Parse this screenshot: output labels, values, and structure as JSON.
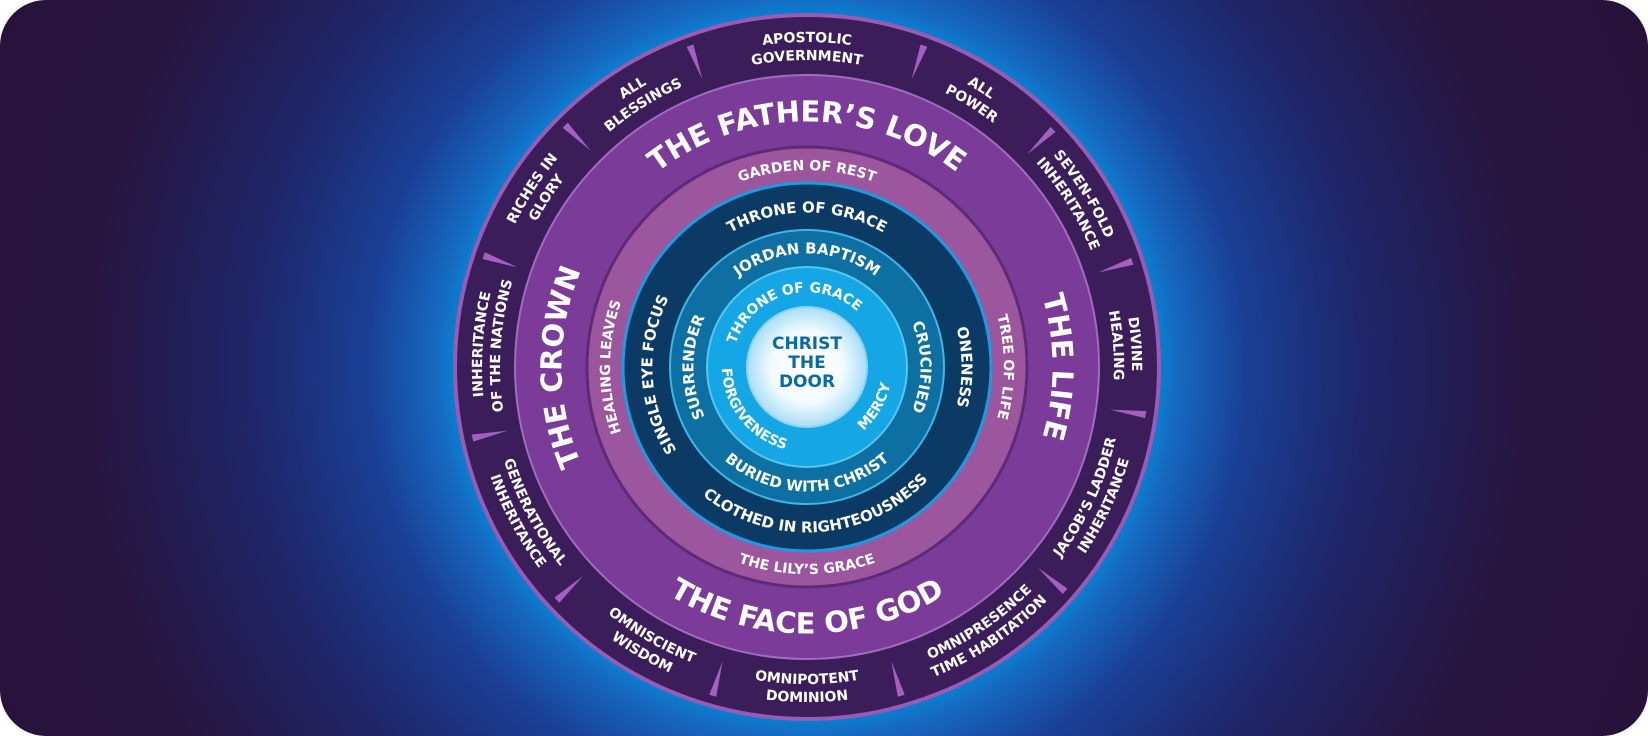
{
  "center": {
    "line1": "CHRIST",
    "line2": "THE",
    "line3": "DOOR"
  },
  "inner_ring": {
    "top": "THRONE OF GRACE",
    "left": "FORGIVENESS",
    "right": "MERCY"
  },
  "second_ring": {
    "top": "JORDAN BAPTISM",
    "left": "SURRENDER",
    "right": "CRUCIFIED",
    "bottom": "BURIED WITH CHRIST"
  },
  "third_ring": {
    "top": "THRONE OF GRACE",
    "left": "SINGLE EYE FOCUS",
    "right": "ONENESS",
    "bottom": "CLOTHED IN RIGHTEOUSNESS"
  },
  "fourth_ring": {
    "top": "GARDEN OF REST",
    "left": "HEALING LEAVES",
    "right": "TREE OF LIFE",
    "bottom": "THE LILY’S GRACE"
  },
  "main_ring": {
    "top": "THE FATHER’S LOVE",
    "left": "THE CROWN",
    "right": "THE LIFE",
    "bottom": "THE FACE OF GOD"
  },
  "outer_ring": [
    {
      "line1": "APOSTOLIC",
      "line2": "GOVERNMENT"
    },
    {
      "line1": "ALL",
      "line2": "POWER"
    },
    {
      "line1": "SEVEN-FOLD",
      "line2": "INHERITANCE"
    },
    {
      "line1": "DIVINE",
      "line2": "HEALING"
    },
    {
      "line1": "JACOB’S LADDER",
      "line2": "INHERITANCE"
    },
    {
      "line1": "OMNIPRESENCE",
      "line2": "TIME HABITATION"
    },
    {
      "line1": "OMNIPOTENT",
      "line2": "DOMINION"
    },
    {
      "line1": "OMNISCIENT",
      "line2": "WISDOM"
    },
    {
      "line1": "GENERATIONAL",
      "line2": "INHERITANCE"
    },
    {
      "line1": "INHERITANCE",
      "line2": "OF THE NATIONS"
    },
    {
      "line1": "RICHES IN",
      "line2": "GLORY"
    },
    {
      "line1": "ALL",
      "line2": "BLESSINGS"
    }
  ],
  "colors": {
    "background": "#28123a",
    "glow": "#0a7fd0",
    "outer_ring": "#3b1d5a",
    "main_ring": "#7a3b99",
    "fourth_ring": "#9b569e",
    "third_ring": "#0b3a64",
    "second_ring": "#0e6fa2",
    "inner_ring": "#15a6e6",
    "center_text": "#0b6aa3"
  }
}
